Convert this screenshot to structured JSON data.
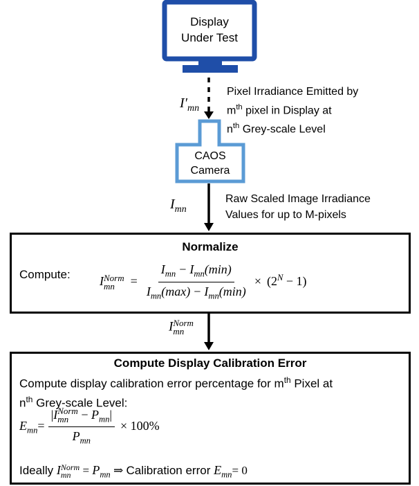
{
  "display": {
    "label_line1": "Display",
    "label_line2": "Under Test",
    "color": "#1F4EA8"
  },
  "arrow1": {
    "symbol": "I′",
    "subscript": "mn",
    "caption_line1": "Pixel Irradiance Emitted by",
    "caption_line2_sup_prefix": "m",
    "caption_line2_sup": "th",
    "caption_line2_rest": " pixel in Display at",
    "caption_line3_sup_prefix": "n",
    "caption_line3_sup": "th",
    "caption_line3_rest": " Grey-scale Level"
  },
  "camera": {
    "label_line1": "CAOS",
    "label_line2": "Camera",
    "color": "#5B9BD5"
  },
  "arrow2": {
    "symbol": "I",
    "subscript": "mn",
    "caption_line1": "Raw Scaled Image Irradiance",
    "caption_line2": "Values for up to M-pixels"
  },
  "normalize": {
    "title": "Normalize",
    "compute_label": "Compute:",
    "lhs_symbol": "I",
    "lhs_sub": "mn",
    "lhs_sup": "Norm",
    "eq": "=",
    "num_a": "I",
    "num_a_sub": "mn",
    "minus": "−",
    "num_b": "I",
    "num_b_sub": "mn",
    "num_b_arg": "(min)",
    "den_a": "I",
    "den_a_sub": "mn",
    "den_a_arg": "(max)",
    "den_b": "I",
    "den_b_sub": "mn",
    "den_b_arg": "(min)",
    "times": "×",
    "factor_open": "(2",
    "factor_exp": "N",
    "factor_close": " − 1)"
  },
  "arrow3": {
    "symbol": "I",
    "subscript": "mn",
    "superscript": "Norm"
  },
  "calibration": {
    "title": "Compute Display Calibration Error",
    "desc_line1_a": "Compute display calibration error percentage for m",
    "desc_line1_sup": "th",
    "desc_line1_b": " Pixel at",
    "desc_line2_a": "n",
    "desc_line2_sup": "th",
    "desc_line2_b": " Grey-scale Level:",
    "lhs": "E",
    "lhs_sub": "mn",
    "eq": "=",
    "num_open": "|",
    "num_i": "I",
    "num_i_sub": "mn",
    "num_i_sup": "Norm",
    "num_minus": " − ",
    "num_p": "P",
    "num_p_sub": "mn",
    "num_close": "|",
    "den_p": "P",
    "den_p_sub": "mn",
    "times": "× 100%",
    "ideal_label": "Ideally",
    "ideal_i": "I",
    "ideal_i_sub": "mn",
    "ideal_i_sup": "Norm",
    "ideal_eq": " = ",
    "ideal_p": "P",
    "ideal_p_sub": "mn",
    "implies": " ⇒ ",
    "ideal_text": "Calibration error ",
    "ideal_e": "E",
    "ideal_e_sub": "mn",
    "ideal_zero": "= 0"
  }
}
